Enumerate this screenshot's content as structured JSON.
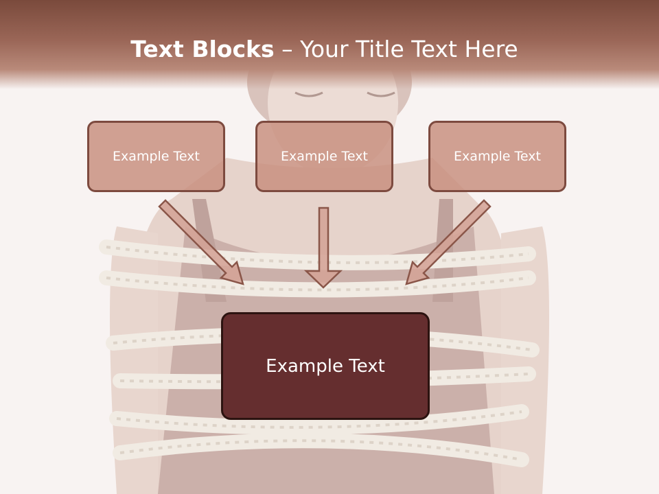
{
  "slide": {
    "title_bold": "Text Blocks",
    "title_rest": " – Your Title Text Here"
  },
  "blocks": {
    "left": "Example Text",
    "center": "Example Text",
    "right": "Example Text",
    "main": "Example Text"
  },
  "colors": {
    "header_band": "#8e5a4b",
    "small_box_fill": "#c78d7d",
    "small_box_border": "#7d4a3f",
    "main_box_fill": "#652e2f",
    "arrow_fill": "#d4a396",
    "arrow_stroke": "#8a5649",
    "text": "#ffffff"
  },
  "icons": {
    "arrows": [
      "arrow-down-right-icon",
      "arrow-down-icon",
      "arrow-down-left-icon"
    ]
  }
}
